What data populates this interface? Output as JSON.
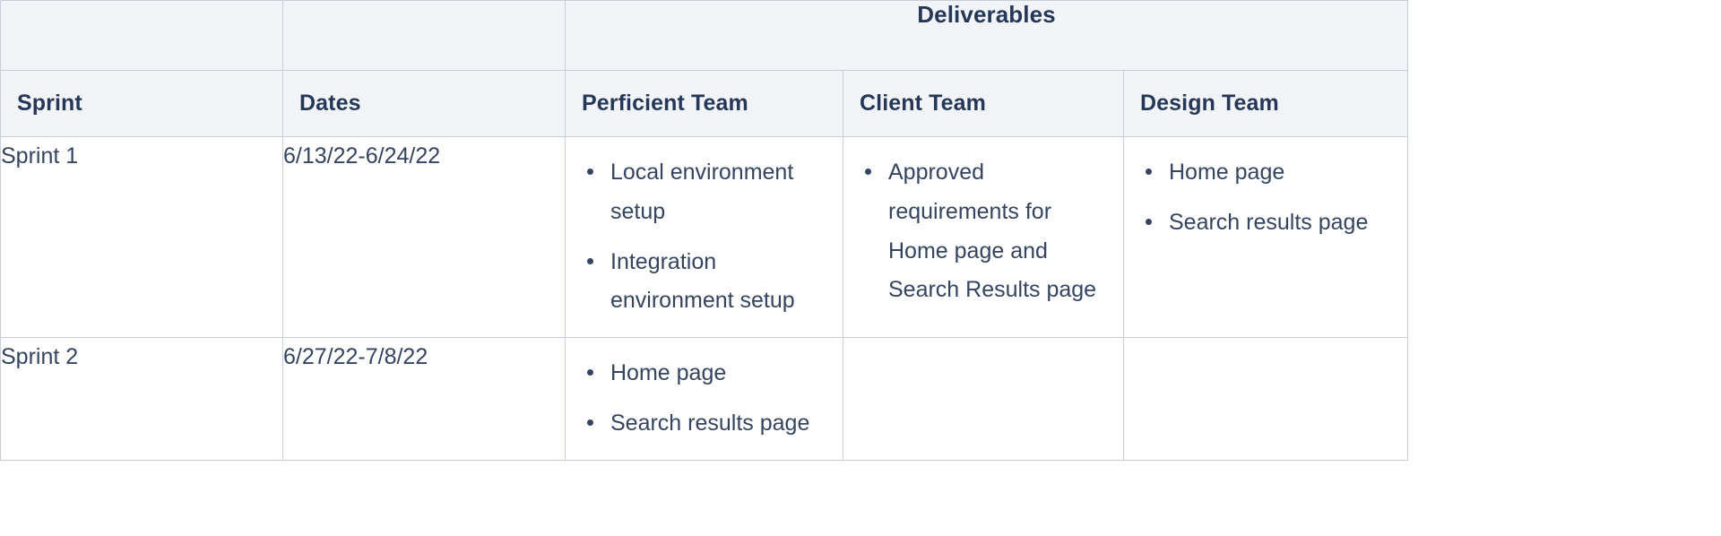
{
  "table": {
    "group_headers": [
      {
        "label": "",
        "span": 1
      },
      {
        "label": "",
        "span": 1
      },
      {
        "label": "Deliverables",
        "span": 3
      }
    ],
    "deliverables_group_label": "Deliverables",
    "columns": [
      "Sprint",
      "Dates",
      "Perficient Team",
      "Client Team",
      "Design Team"
    ],
    "rows": [
      {
        "sprint": "Sprint 1",
        "dates": "6/13/22-6/24/22",
        "perficient_team": [
          "Local environment setup",
          "Integration environment setup"
        ],
        "client_team": [
          "Approved requirements for Home page and Search Results page"
        ],
        "design_team": [
          "Home page",
          "Search results page"
        ]
      },
      {
        "sprint": "Sprint 2",
        "dates": "6/27/22-7/8/22",
        "perficient_team": [
          "Home page",
          "Search results page"
        ],
        "client_team": [],
        "design_team": []
      }
    ]
  },
  "colors": {
    "header_background": "#f2f4f7",
    "border": "#c8cfdb",
    "header_text": "#253858",
    "body_text": "#36445f",
    "cell_background": "#ffffff"
  }
}
